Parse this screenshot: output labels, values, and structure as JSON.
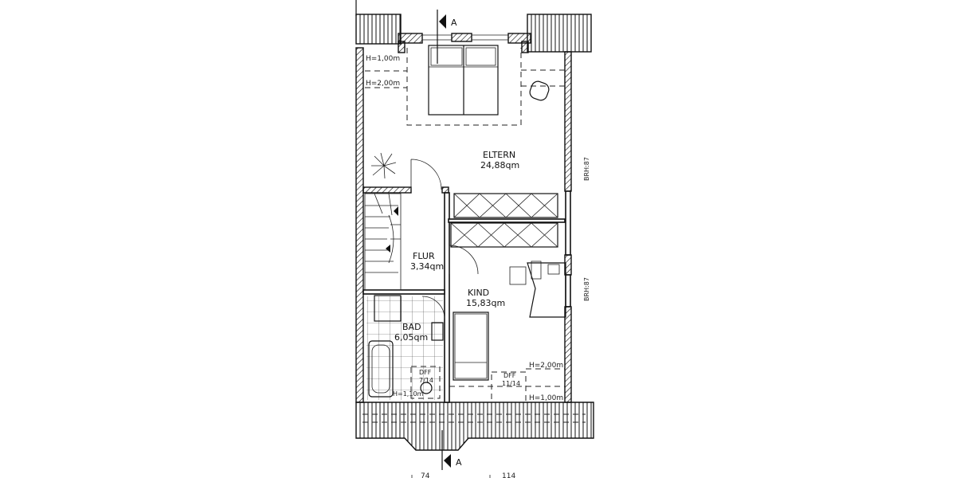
{
  "rooms": {
    "eltern": {
      "name": "ELTERN",
      "area": "24,88qm"
    },
    "flur": {
      "name": "FLUR",
      "area": "3,34qm"
    },
    "kind": {
      "name": "KIND",
      "area": "15,83qm"
    },
    "bad": {
      "name": "BAD",
      "area": "6,05qm"
    }
  },
  "heights": {
    "eltern_h1": "H=1,00m",
    "eltern_h2": "H=2,00m",
    "kind_h2": "H=2,00m",
    "kind_h1": "H=1,00m",
    "bad_h": "H=1,10m"
  },
  "windows": {
    "brh_eltern": "BRH:87",
    "brh_kind": "BRH:87",
    "dff_bad": {
      "label": "DFF",
      "size": "7/14"
    },
    "dff_kind": {
      "label": "DFF",
      "size": "11/14"
    }
  },
  "section": {
    "top": "A",
    "bottom": "A"
  },
  "dimensions": {
    "left": "74",
    "right": "114"
  }
}
